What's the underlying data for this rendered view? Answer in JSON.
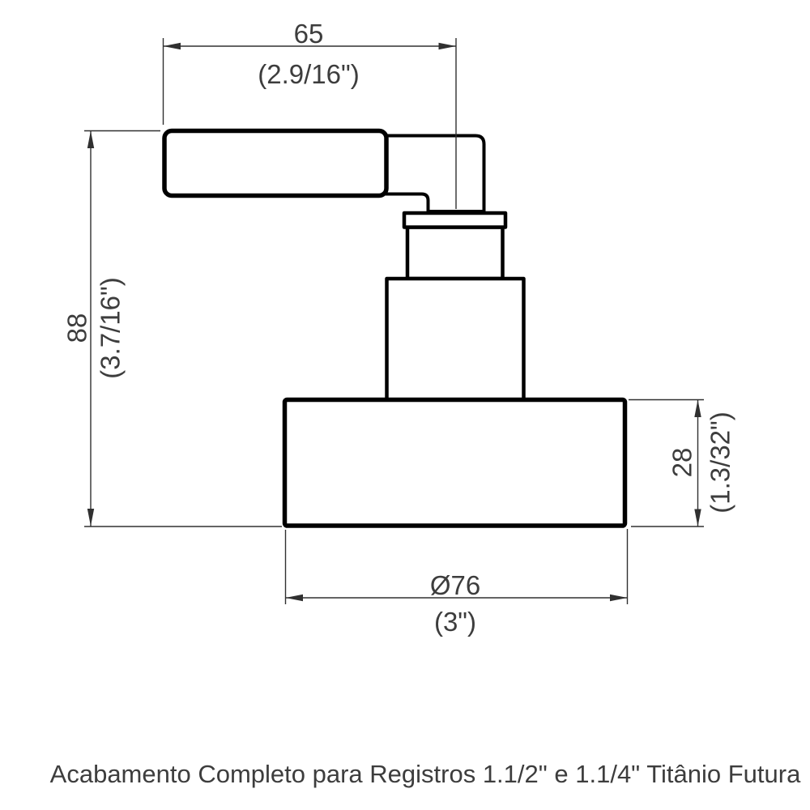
{
  "page": {
    "background": "#ffffff"
  },
  "drawing": {
    "subject": "valve-trim-kit-side-view-technical-drawing",
    "colors": {
      "outline": "#000000",
      "dimension": "#303030",
      "text": "#3d3d3d"
    },
    "dimensions": {
      "handle_width": {
        "mm": "65",
        "inches": "(2.9/16\")"
      },
      "total_height": {
        "mm": "88",
        "inches": "(3.7/16\")"
      },
      "base_height": {
        "mm": "28",
        "inches": "(1.3/32\")"
      },
      "base_diameter": {
        "mm": "Ø76",
        "inches": "(3\")"
      }
    }
  },
  "caption": {
    "text": "Acabamento Completo para Registros 1.1/2\" e 1.1/4\" Titânio Futura"
  }
}
